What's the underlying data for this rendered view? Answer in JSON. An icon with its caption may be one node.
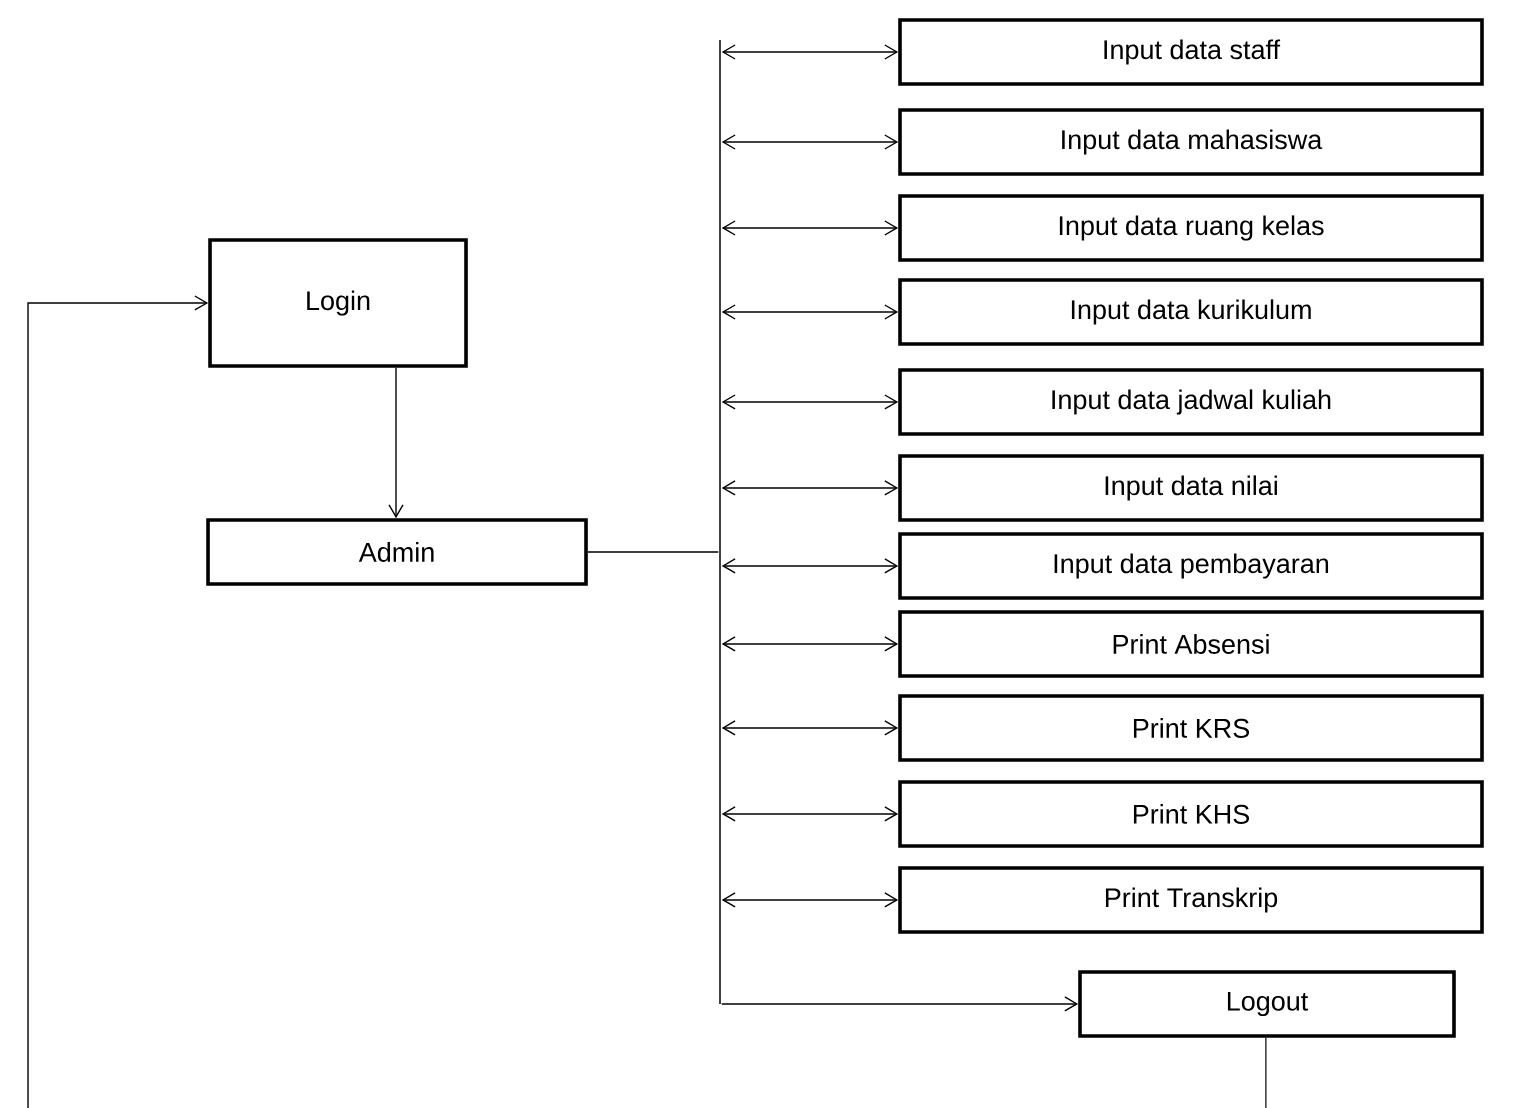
{
  "diagram": {
    "nodes": [
      {
        "text": [
          "Login"
        ]
      },
      {
        "text": [
          "Admin"
        ]
      },
      {
        "text": [
          "Input data staff"
        ]
      },
      {
        "text": [
          "Input data mahasiswa"
        ]
      },
      {
        "text": [
          "Input data ruang kelas"
        ]
      },
      {
        "text": [
          "Input data kurikulum"
        ]
      },
      {
        "text": [
          "Input data jadwal kuliah"
        ]
      },
      {
        "text": [
          "Input data nilai"
        ]
      },
      {
        "text": [
          "Input data pembayaran"
        ]
      },
      {
        "text": [
          "Print Absensi"
        ]
      },
      {
        "text": [
          "Print KRS"
        ]
      },
      {
        "text": [
          "Print KHS"
        ]
      },
      {
        "text": [
          "Print Transkrip"
        ]
      },
      {
        "text": [
          "Logout"
        ]
      },
      {
        "text": [],
        "shape": "bar"
      }
    ],
    "edges": [
      {
        "from": 0,
        "to": 1,
        "arrow": "to"
      },
      {
        "from": 1,
        "to": 14,
        "arrow": "none"
      },
      {
        "from": 14,
        "to": 2,
        "arrow": "both"
      },
      {
        "from": 14,
        "to": 3,
        "arrow": "both"
      },
      {
        "from": 14,
        "to": 4,
        "arrow": "both"
      },
      {
        "from": 14,
        "to": 5,
        "arrow": "both"
      },
      {
        "from": 14,
        "to": 6,
        "arrow": "both"
      },
      {
        "from": 14,
        "to": 7,
        "arrow": "both"
      },
      {
        "from": 14,
        "to": 8,
        "arrow": "both"
      },
      {
        "from": 14,
        "to": 9,
        "arrow": "both"
      },
      {
        "from": 14,
        "to": 10,
        "arrow": "both"
      },
      {
        "from": 14,
        "to": 11,
        "arrow": "both"
      },
      {
        "from": 14,
        "to": 12,
        "arrow": "both"
      },
      {
        "from": 14,
        "to": 13,
        "arrow": "to"
      },
      {
        "from": 13,
        "to": null,
        "arrow": "none"
      },
      {
        "from": null,
        "to": 0,
        "arrow": "to"
      }
    ]
  }
}
